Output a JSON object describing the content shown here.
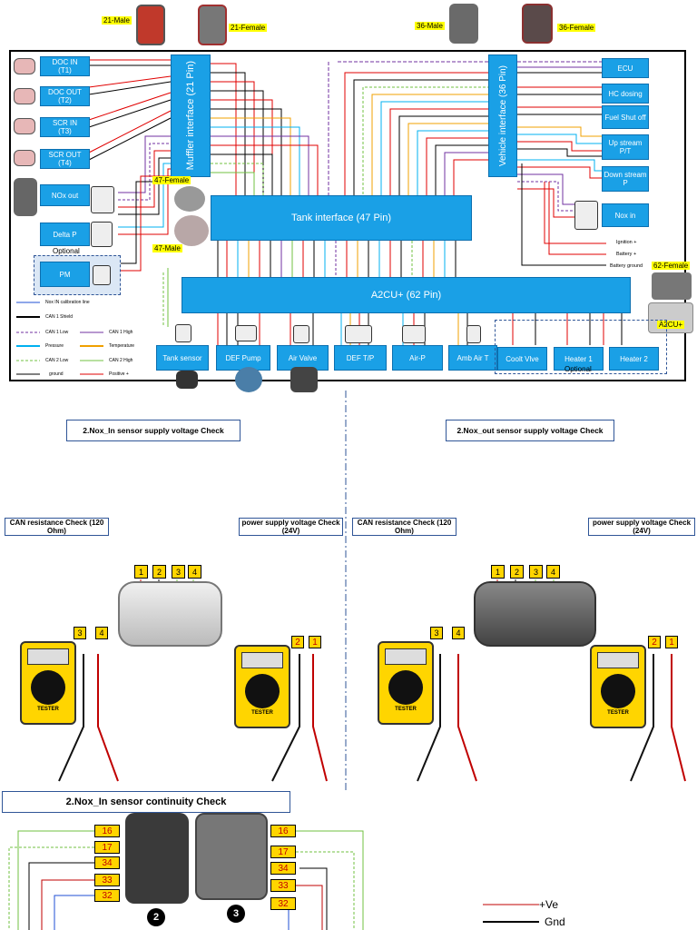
{
  "connectors_top": {
    "m21": "21-Male",
    "f21": "21-Female",
    "m36": "36-Male",
    "f36": "36-Female",
    "f47": "47-Female",
    "m47": "47-Male",
    "f62": "62-Female"
  },
  "modules": {
    "muffler": "Muffler interface (21 Pin)",
    "vehicle": "Vehicle interface (36 Pin)",
    "tank": "Tank interface (47 Pin)",
    "a2cu": "A2CU+ (62 Pin)",
    "a2cu_small": "A2CU+"
  },
  "left_sensors": [
    {
      "name": "DOC IN",
      "sub": "(T1)"
    },
    {
      "name": "DOC OUT",
      "sub": "(T2)"
    },
    {
      "name": "SCR IN",
      "sub": "(T3)"
    },
    {
      "name": "SCR OUT",
      "sub": "(T4)"
    }
  ],
  "nox_out": "NOx out",
  "delta_p": "Delta P",
  "optional_1": "Optional",
  "pm": "PM",
  "right_boxes": [
    "ECU",
    "HC dosing",
    "Fuel Shut off",
    "Up stream P/T",
    "Down stream P"
  ],
  "nox_in": "Nox in",
  "power_labels": [
    "Ignition +",
    "Battery +",
    "Battery ground"
  ],
  "bottom_boxes": [
    "Tank sensor",
    "DEF Pump",
    "Air Valve",
    "DEF T/P",
    "Air-P",
    "Amb Air T"
  ],
  "heater_boxes": [
    "Coolt Vlve",
    "Heater 1",
    "Heater 2"
  ],
  "optional_2": "Optional",
  "legend": [
    {
      "label": "Nox IN calibration line",
      "color": "#1f4fd6",
      "style": "solid"
    },
    {
      "label": "CAN 1 Shield",
      "color": "#000000",
      "style": "solid"
    },
    {
      "label": "CAN 1 Low",
      "color": "#7030a0",
      "style": "dashed"
    },
    {
      "label": "CAN 1 High",
      "color": "#7030a0",
      "style": "solid"
    },
    {
      "label": "Pressure",
      "color": "#00b0f0",
      "style": "solid"
    },
    {
      "label": "Temperature",
      "color": "#f0a000",
      "style": "solid"
    },
    {
      "label": "CAN 2 Low",
      "color": "#70c040",
      "style": "dashed"
    },
    {
      "label": "CAN 2 High",
      "color": "#70c040",
      "style": "solid"
    },
    {
      "label": "ground",
      "color": "#000000",
      "style": "solid"
    },
    {
      "label": "Positive +",
      "color": "#e00000",
      "style": "solid"
    }
  ],
  "checks": {
    "left_title": "2.Nox_In sensor supply voltage Check",
    "right_title": "2.Nox_out sensor supply voltage Check",
    "can_res": "CAN  resistance  Check (120 Ohm)",
    "power": "power supply voltage Check (24V)",
    "pins": [
      "1",
      "2",
      "3",
      "4"
    ],
    "tester": "TESTER"
  },
  "continuity": {
    "title": "2.Nox_In sensor continuity  Check",
    "pins": [
      "16",
      "17",
      "34",
      "33",
      "32"
    ],
    "circle_2": "2",
    "circle_3": "3",
    "legend_ve": "+Ve",
    "legend_gnd": "Gnd"
  },
  "colors": {
    "module_blue": "#1aa0e6",
    "label_yellow": "#ffff00",
    "pin_yellow": "#ffd500"
  }
}
